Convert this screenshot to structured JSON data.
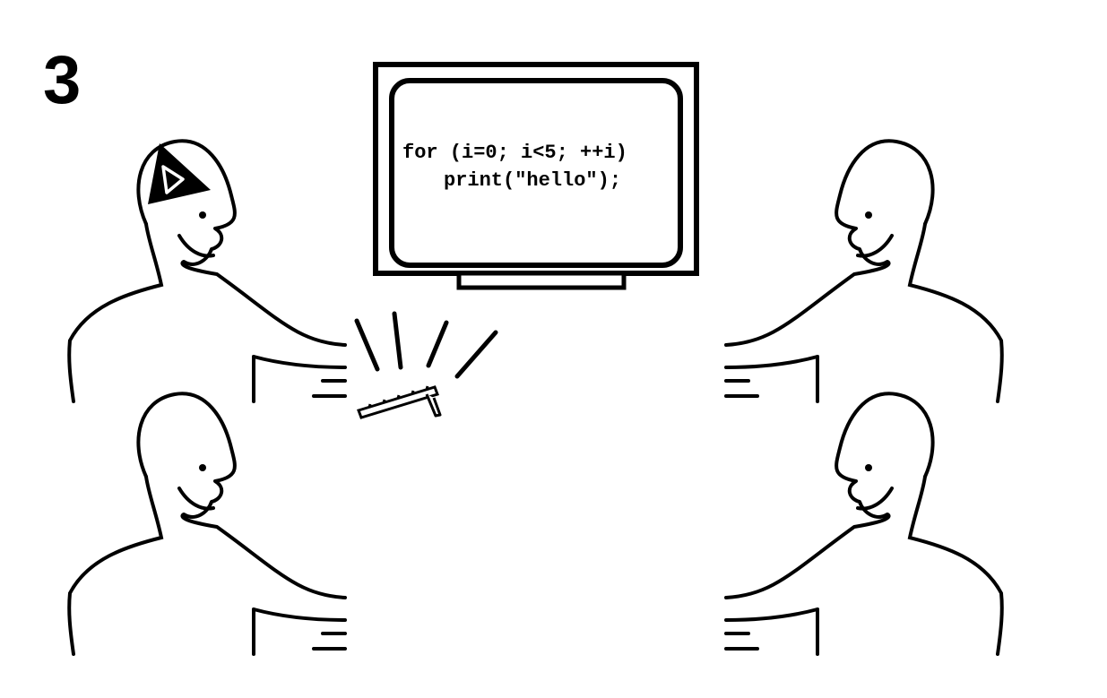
{
  "step": {
    "number": "3"
  },
  "screen": {
    "code_line_1": "for (i=0; i<5; ++i)",
    "code_line_2": "print(\"hello\");"
  },
  "figures": {
    "count": 4,
    "leader_hat": "party-hat-with-play-symbol",
    "accessory": "keyboard"
  },
  "colors": {
    "ink": "#000000",
    "background": "#ffffff"
  }
}
